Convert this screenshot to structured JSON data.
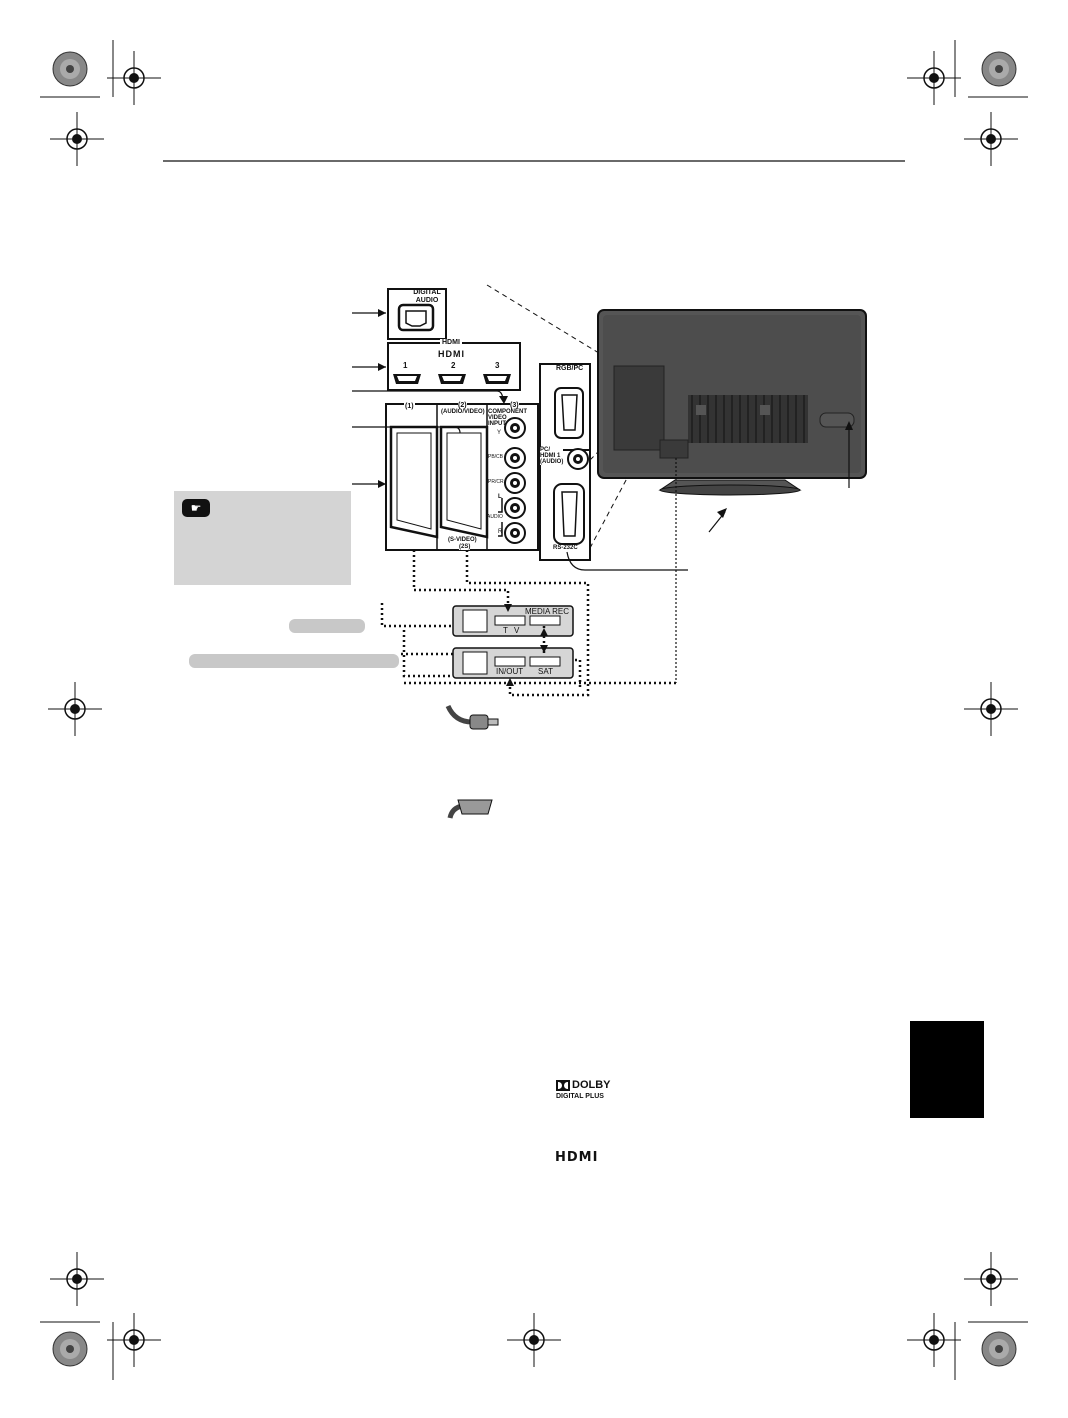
{
  "digital_audio": {
    "line1": "DIGITAL",
    "line2": "AUDIO"
  },
  "hdmi_panel": {
    "title": "HDMI",
    "logo": "HDMI",
    "ports": [
      "1",
      "2",
      "3"
    ]
  },
  "scart_panel": {
    "input1": "(1)",
    "input2": "(2)",
    "input2_sub": "(AUDIO/VIDEO)",
    "input2_bottom1": "(S-VIDEO)",
    "input2_bottom2": "(2S)",
    "input3": "(3)"
  },
  "component_panel": {
    "title_line1": "COMPONENT",
    "title_line2": "VIDEO",
    "title_line3": "INPUT",
    "y": "Y",
    "pb": "PB/CB",
    "pr": "PR/CR",
    "audio_l": "L",
    "audio_label": "AUDIO",
    "audio_r": "R"
  },
  "pc_panel": {
    "rgb": "RGB/PC",
    "pc_audio_line1": "PC/",
    "pc_audio_line2": "HDMI 1",
    "pc_audio_line3": "(AUDIO)",
    "rs232c": "RS-232C"
  },
  "devices": {
    "top": {
      "left_label": "MEDIA REC",
      "bottom_label": "T V"
    },
    "bottom": {
      "left_label": "IN/OUT",
      "right_label": "SAT"
    }
  },
  "logos": {
    "dolby_top": "DOLBY",
    "dolby_bottom": "DIGITAL PLUS",
    "hdmi": "HDMI"
  },
  "icons": [
    "hand-pointer-icon",
    "registration-mark-icon",
    "antenna-cable-icon",
    "scart-cable-icon"
  ]
}
